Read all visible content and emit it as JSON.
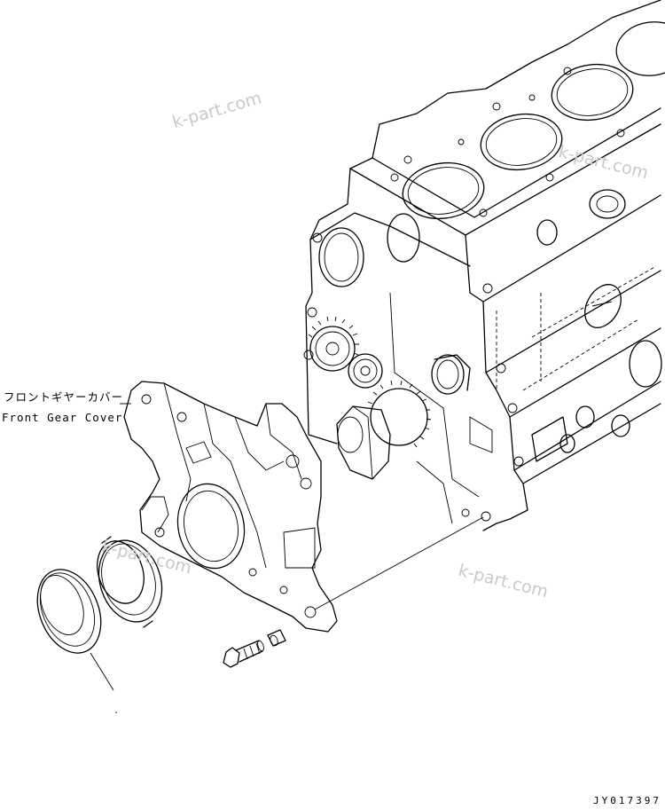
{
  "labels": {
    "part_name_jp": "フロントギヤーカバー",
    "part_name_en": "Front Gear Cover"
  },
  "drawing_code": "JY017397",
  "watermarks": [
    "k-part.com",
    "k-part.com",
    "k-part.com",
    "k-part.com"
  ]
}
